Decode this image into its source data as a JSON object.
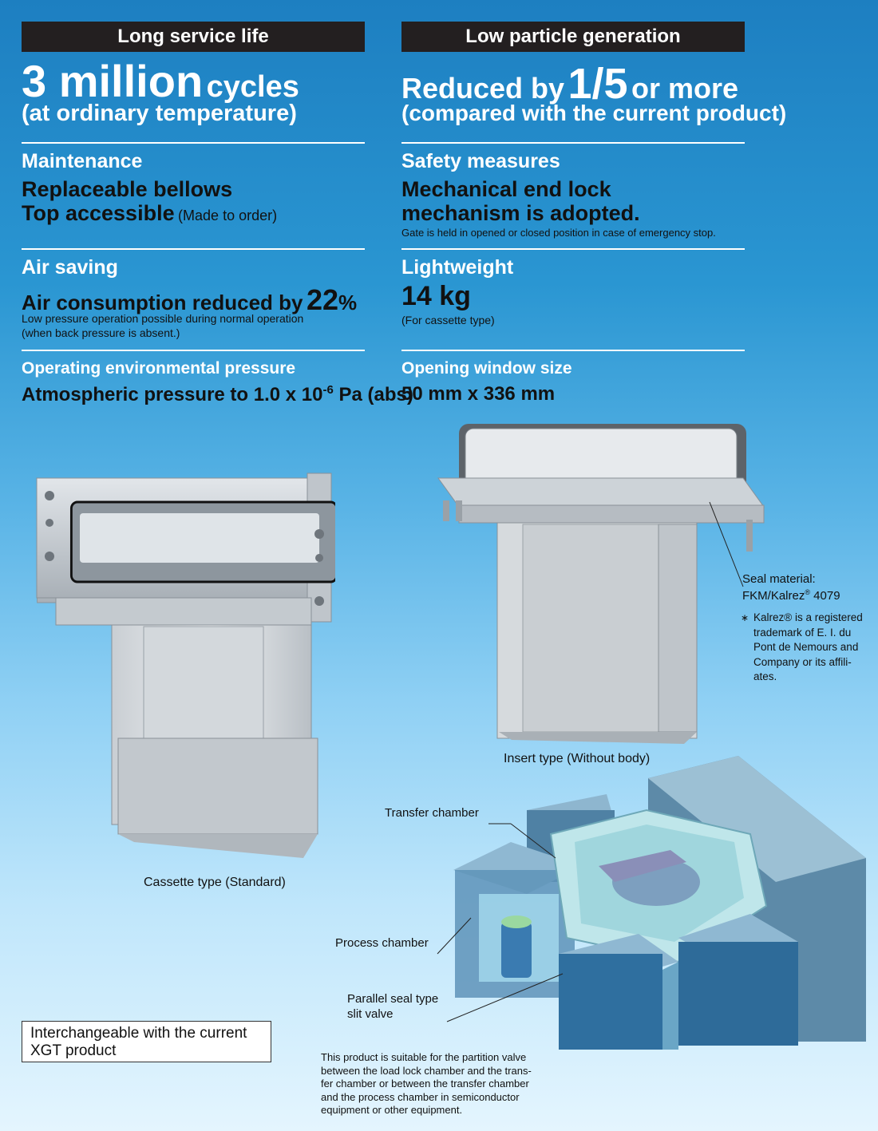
{
  "left": {
    "band": "Long service life",
    "headline_num": "3 million",
    "headline_unit": "cycles",
    "headline_sub": "(at ordinary temperature)",
    "maintenance": {
      "label": "Maintenance",
      "line1": "Replaceable bellows",
      "line2": "Top accessible",
      "line2_note": "(Made to order)"
    },
    "air": {
      "label": "Air saving",
      "main": "Air consumption reduced by",
      "pct_num": "22",
      "pct_sign": "%",
      "note1": "Low pressure operation possible during normal operation",
      "note2": "(when back pressure is absent.)"
    },
    "pressure": {
      "label": "Operating environmental pressure",
      "value_pre": "Atmospheric pressure to 1.0 x 10",
      "value_exp": "-6",
      "value_post": " Pa (abs)"
    }
  },
  "right": {
    "band": "Low particle generation",
    "headline_pre": "Reduced by",
    "headline_num": "1/5",
    "headline_post": "or more",
    "headline_sub": "(compared with the current product)",
    "safety": {
      "label": "Safety measures",
      "line1": "Mechanical end lock",
      "line2": "mechanism is adopted.",
      "note": "Gate is held in opened or closed position in case of emergency stop."
    },
    "weight": {
      "label": "Lightweight",
      "value": "14 kg",
      "note": "(For cassette type)"
    },
    "window": {
      "label": "Opening window size",
      "value": "50 mm x 336 mm"
    }
  },
  "figures": {
    "cassette_caption": "Cassette type (Standard)",
    "insert_caption": "Insert type (Without body)",
    "seal_label1": "Seal material:",
    "seal_label2_pre": "FKM/Kalrez",
    "seal_label2_sup": "®",
    "seal_label2_post": " 4079",
    "trademark_mark": "∗",
    "trademark_lines": [
      "Kalrez® is a registered",
      "trademark of E. I. du",
      "Pont de Nemours and",
      "Company or its affili-",
      "ates."
    ],
    "transfer_chamber": "Transfer chamber",
    "process_chamber": "Process chamber",
    "slit_valve_1": "Parallel seal type",
    "slit_valve_2": "slit valve"
  },
  "notes": {
    "interchangeable_1": "Interchangeable with the current",
    "interchangeable_2": "XGT product",
    "suitable": [
      "This product is suitable for the partition valve",
      "between the load lock chamber and the trans-",
      "fer chamber or between the transfer chamber",
      "and the process chamber in semiconductor",
      "equipment or other equipment."
    ]
  }
}
